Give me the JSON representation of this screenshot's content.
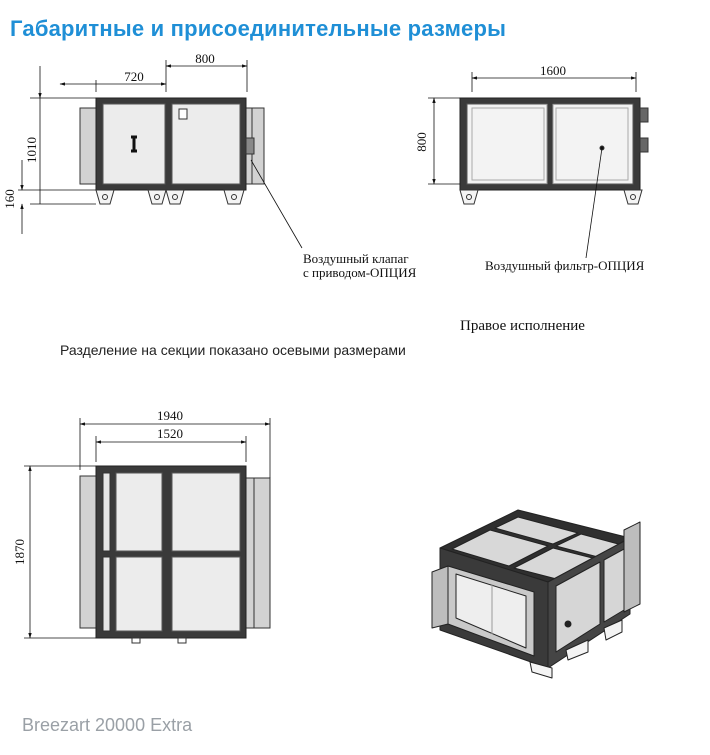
{
  "title": "Габаритные и присоединительные размеры",
  "footer": "Breezart 20000 Extra",
  "colors": {
    "title": "#1f8fd6",
    "footer": "#9aa0a6",
    "frame": "#3a3a3a",
    "panel": "#e6e6e6"
  },
  "notes": {
    "sections": "Разделение на секции показано осевыми размерами",
    "right_version": "Правое исполнение"
  },
  "front_view": {
    "dims": {
      "overall": "800",
      "section": "720",
      "height": "1010",
      "legs": "160"
    },
    "callout": {
      "line1": "Воздушный клапаг",
      "line2": "с приводом-ОПЦИЯ"
    }
  },
  "side_view": {
    "dims": {
      "width": "1600",
      "height": "800"
    },
    "callout": "Воздушный фильтр-ОПЦИЯ"
  },
  "top_view": {
    "dims": {
      "overall": "1940",
      "section": "1520",
      "height": "1870"
    }
  },
  "iso_view": {}
}
